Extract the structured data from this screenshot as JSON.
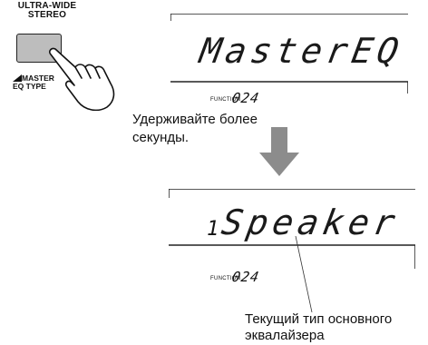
{
  "button": {
    "top_label_line1": "ULTRA-WIDE",
    "top_label_line2": "STEREO",
    "bottom_label_line1": "MASTER",
    "bottom_label_line2": "EQ TYPE"
  },
  "instruction": {
    "line1": "Удерживайте более",
    "line2": "секунды."
  },
  "display_before": {
    "main_text": "MasterEQ",
    "function_label": "FUNCTION",
    "function_number": "024"
  },
  "display_after": {
    "prefix": "1",
    "main_text": "Speaker",
    "function_label": "FUNCTION",
    "function_number": "024"
  },
  "callout": {
    "line1": "Текущий тип основного",
    "line2": "эквалайзера"
  },
  "colors": {
    "arrow": "#8c8c8c",
    "button_fill": "#bdbdbd",
    "outline": "#222222"
  }
}
